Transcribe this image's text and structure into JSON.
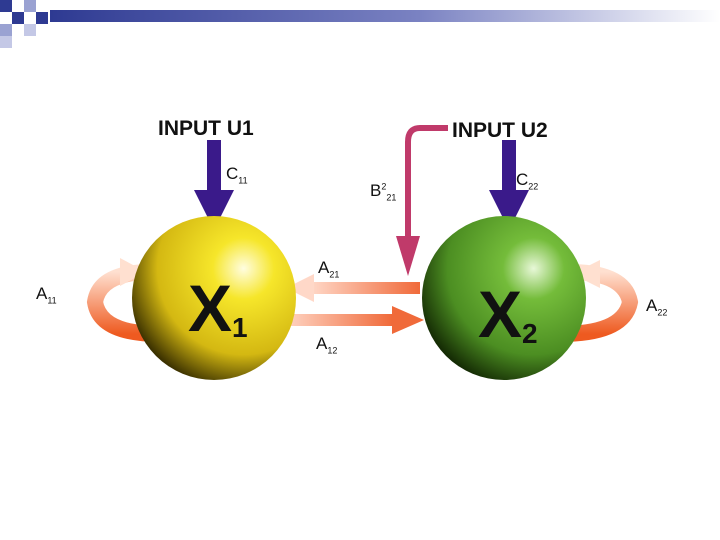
{
  "header": {
    "accent_color": "#2e3a92"
  },
  "inputs": [
    {
      "id": "u1",
      "label": "INPUT U1"
    },
    {
      "id": "u2",
      "label": "INPUT U2"
    }
  ],
  "nodes": [
    {
      "id": "x1",
      "main": "X",
      "sub": "1",
      "color": "#f0e020"
    },
    {
      "id": "x2",
      "main": "X",
      "sub": "2",
      "color": "#6ab83a"
    }
  ],
  "coefficients": {
    "c11": {
      "main": "C",
      "sub": "11"
    },
    "c22": {
      "main": "C",
      "sub": "22"
    },
    "a11": {
      "main": "A",
      "sub": "11"
    },
    "a22": {
      "main": "A",
      "sub": "22"
    },
    "a21": {
      "main": "A",
      "sub": "21"
    },
    "a12": {
      "main": "A",
      "sub": "12"
    },
    "b21": {
      "main": "B",
      "sup": "2",
      "sub": "21"
    }
  },
  "colors": {
    "input_arrow": "#3a1a8a",
    "cross_arrow": "#c03a6a",
    "self_loop": "#ee6a30"
  }
}
